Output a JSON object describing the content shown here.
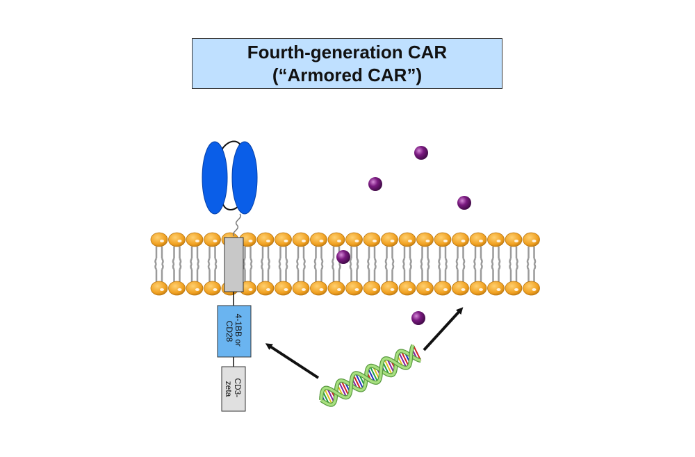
{
  "title": {
    "line1": "Fourth-generation CAR",
    "line2": "(“Armored CAR”)"
  },
  "domains": {
    "costim_line1": "4-1BB or",
    "costim_line2": "CD28",
    "cd3_line1": "CD3-",
    "cd3_line2": "zeta"
  },
  "colors": {
    "title_bg": "#bfe0ff",
    "scfv": "#0a5ee8",
    "lipid_head": "#f0a020",
    "lipid_tail": "#9a9a9a",
    "transmembrane": "#c8c8c8",
    "costim_box": "#6ab4f0",
    "cd3_box": "#e0e0e0",
    "cytokine": "#7a1a80",
    "dna_backbone": "#90d070"
  },
  "icons": [
    "scfv-antibody-icon",
    "cytokine-particle-icon",
    "dna-helix-icon",
    "arrow-icon"
  ]
}
